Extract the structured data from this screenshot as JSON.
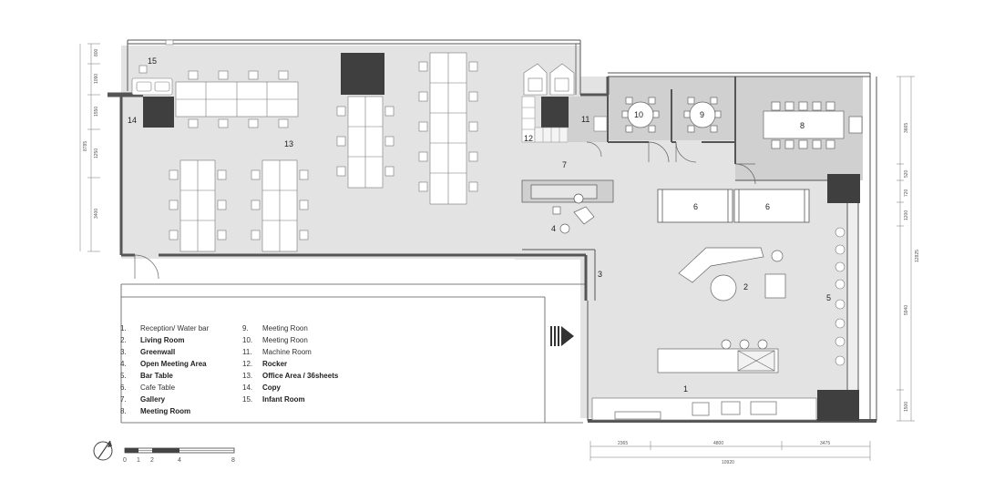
{
  "room_labels": {
    "r1": "1",
    "r2": "2",
    "r3": "3",
    "r4": "4",
    "r5": "5",
    "r6a": "6",
    "r6b": "6",
    "r7": "7",
    "r8": "8",
    "r9": "9",
    "r10": "10",
    "r11": "11",
    "r12": "12",
    "r13": "13",
    "r14": "14",
    "r15": "15"
  },
  "legend": {
    "left": [
      {
        "num": "1.",
        "text": "Reception/ Water bar"
      },
      {
        "num": "2.",
        "text": "Living Room"
      },
      {
        "num": "3.",
        "text": "Greenwall"
      },
      {
        "num": "4.",
        "text": "Open Meeting Area"
      },
      {
        "num": "5.",
        "text": "Bar Table"
      },
      {
        "num": "6.",
        "text": "Cafe Table"
      },
      {
        "num": "7.",
        "text": "Gallery"
      },
      {
        "num": "8.",
        "text": "Meeting Room"
      }
    ],
    "right": [
      {
        "num": "9.",
        "text": "Meeting Roon"
      },
      {
        "num": "10.",
        "text": "Meeting Roon"
      },
      {
        "num": "11.",
        "text": "Machine Room"
      },
      {
        "num": "12.",
        "text": "Rocker"
      },
      {
        "num": "13.",
        "text": "Office Area / 36sheets"
      },
      {
        "num": "14.",
        "text": "Copy"
      },
      {
        "num": "15.",
        "text": "Infant Room"
      }
    ]
  },
  "dimensions": {
    "left": [
      "800",
      "1090",
      "1550",
      "8785",
      "1250",
      "3400"
    ],
    "right": [
      "3665",
      "520",
      "720",
      "1200",
      "12825",
      "5940",
      "1500"
    ],
    "bottom": [
      "2365",
      "4800",
      "3475",
      "10920"
    ]
  },
  "scale_bar": {
    "ticks": [
      "0",
      "1",
      "2",
      "4",
      "8"
    ]
  },
  "icons": {
    "north": "north-arrow-icon",
    "entrance": "entrance-arrow-icon"
  },
  "colors": {
    "floor": "#e3e3e3",
    "meeting_floor": "#cfcfcf",
    "wall": "#555555",
    "dark_block": "#3f3f3f",
    "furniture": "#ffffff"
  }
}
